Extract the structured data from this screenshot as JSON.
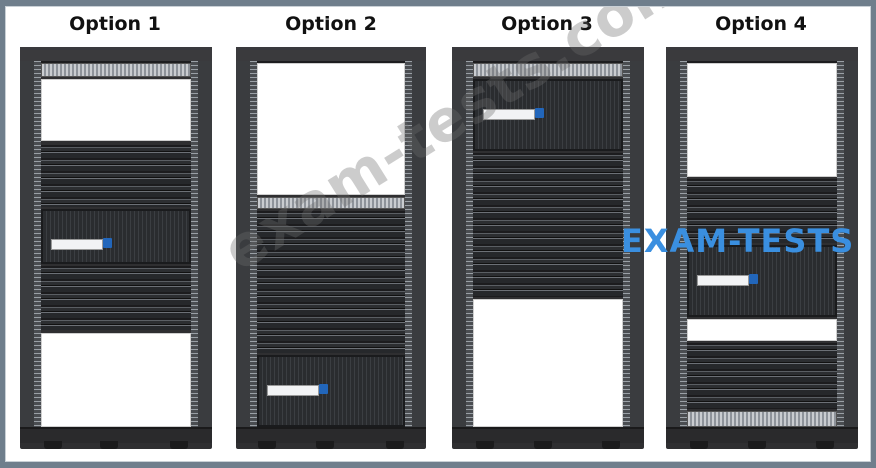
{
  "options": [
    {
      "label": "Option 1"
    },
    {
      "label": "Option 2"
    },
    {
      "label": "Option 3"
    },
    {
      "label": "Option 4"
    }
  ],
  "watermark": "exam-tests.com",
  "brand": "EXAM-TESTS",
  "colors": {
    "rack": "#2f2f31",
    "background": "#6f7e8c",
    "brand": "#3a8fe0"
  }
}
